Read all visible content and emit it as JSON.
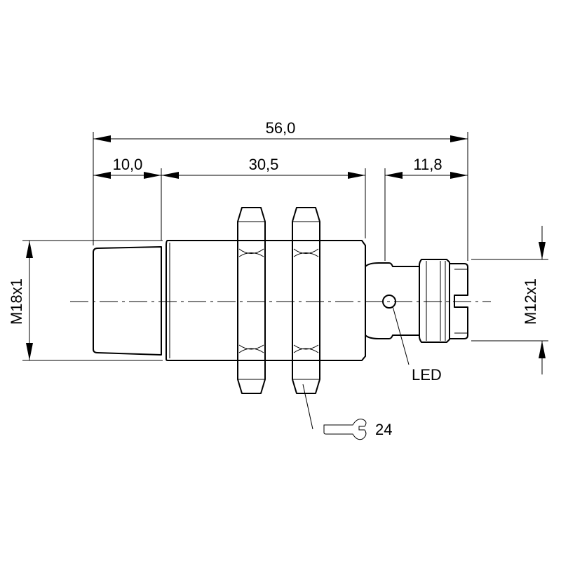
{
  "dimensions": {
    "overall_length": "56,0",
    "front_length": "10,0",
    "thread_length": "30,5",
    "connector_length": "11,8"
  },
  "threads": {
    "body": "M18x1",
    "connector": "M12x1"
  },
  "callouts": {
    "led": "LED",
    "wrench_size": "24"
  },
  "icons": {
    "wrench": "wrench-icon"
  }
}
